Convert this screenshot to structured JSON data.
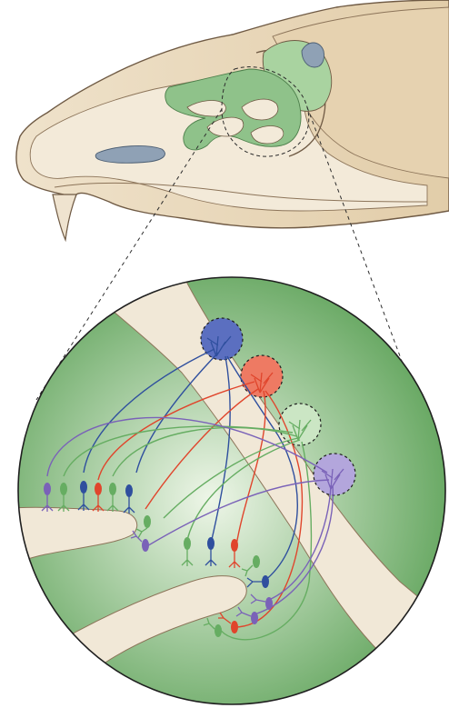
{
  "figure": {
    "type": "anatomical-illustration",
    "subject": "rodent-skull-olfactory-system",
    "labels": []
  },
  "colors": {
    "background": "#ffffff",
    "skull_fill": "#e7d5b8",
    "skull_inner": "#f3ead9",
    "skull_outline": "#6f5a44",
    "olfactory_tissue": "#8fc28a",
    "olfactory_bulb": "#a9d3a0",
    "vomeronasal_organ": "#8fa1b5",
    "circle_light": "#eef6e8",
    "circle_dark": "#5fa35a",
    "bone_band": "#f1e8d7",
    "neuron_blue": "#2f4f9e",
    "neuron_red": "#e0452c",
    "neuron_green": "#66ad62",
    "neuron_purple": "#7a62b8",
    "glomerulus_blue": "#5b6fc0",
    "glomerulus_red": "#ee7a63",
    "glomerulus_green": "#cbe6c4",
    "glomerulus_purple": "#b3a6dc"
  },
  "icons": [
    "olfactory-neuron-icon",
    "glomerulus-icon"
  ],
  "neuron_types": [
    "blue",
    "red",
    "green",
    "purple"
  ]
}
